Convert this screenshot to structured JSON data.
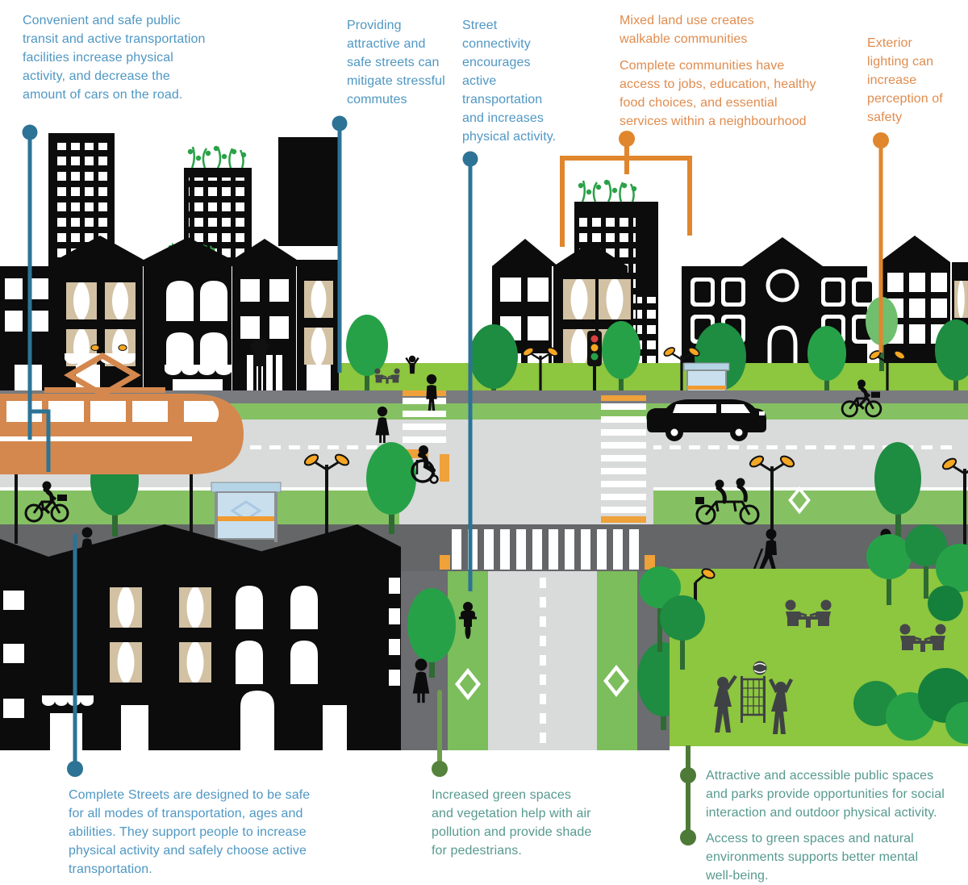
{
  "title": "Complete Streets benefits infographic",
  "palette": {
    "blue_text": "#4f97c3",
    "blue_marker": "#2d7396",
    "orange_text": "#e08c4e",
    "orange_marker": "#e0862d",
    "teal_text": "#569a8f",
    "green_marker_dark": "#4d7a36",
    "green_marker_olive": "#6f9e4e",
    "park_green": "#8dc63f",
    "bike_lane_green": "#7cbd5c",
    "road_gray": "#d9dada",
    "sidewalk_gray": "#646668",
    "tram_orange": "#d4884e",
    "lamp_orange": "#f5a623",
    "building_black": "#0c0c0c",
    "curtain_tan": "#d2c1a3"
  },
  "annotations": {
    "transit": {
      "text": "Convenient and safe public\ntransit and active transportation\nfacilities increase physical\nactivity, and decrease the\namount of cars on the road.",
      "marker_color": "#2d7396"
    },
    "attractive_streets": {
      "text": "Providing\nattractive and\nsafe streets can\nmitigate stressful\ncommutes",
      "marker_color": "#2d7396"
    },
    "connectivity": {
      "text": "Street\nconnectivity\nencourages\nactive\ntransportation\nand increases\nphysical activity.",
      "marker_color": "#2d7396"
    },
    "mixed_use": {
      "heading": "Mixed land use creates\nwalkable communities",
      "body": "Complete communities have\naccess to jobs, education, healthy\nfood choices, and essential\nservices within a neighbourhood",
      "marker_color": "#e0862d"
    },
    "lighting": {
      "text": "Exterior\nlighting can\nincrease\nperception of\nsafety",
      "marker_color": "#e0862d"
    },
    "complete_streets": {
      "text": "Complete Streets are designed to be safe\nfor all modes of transportation, ages and\nabilities. They support people to increase\nphysical activity and safely choose active\ntransportation.",
      "marker_color": "#2d7396"
    },
    "green_spaces": {
      "text": "Increased green spaces\nand vegetation help with air\npollution and provide shade\nfor pedestrians.",
      "marker_color": "#6f9e4e"
    },
    "public_spaces": {
      "text": "Attractive and accessible public spaces\nand parks provide opportunities for social\ninteraction and outdoor physical activity.",
      "marker_color": "#4d7a36"
    },
    "nature_access": {
      "text": "Access to green spaces and natural\nenvironments supports better mental\nwell-being.",
      "marker_color": "#4d7a36"
    }
  },
  "scene_icons": [
    "tram-icon",
    "car-icon",
    "cyclist-icon",
    "tandem-cyclists-icon",
    "pedestrian-icon",
    "wheelchair-user-icon",
    "streetlamp-icon",
    "traffic-light-icon",
    "tree-icon",
    "bus-shelter-icon",
    "crosswalk",
    "bike-lane-diamond-icon",
    "picnic-table-icon",
    "volleyball-icon",
    "green-roof-plants-icon",
    "skyscraper-icon",
    "school-icon",
    "townhouse-icon"
  ]
}
